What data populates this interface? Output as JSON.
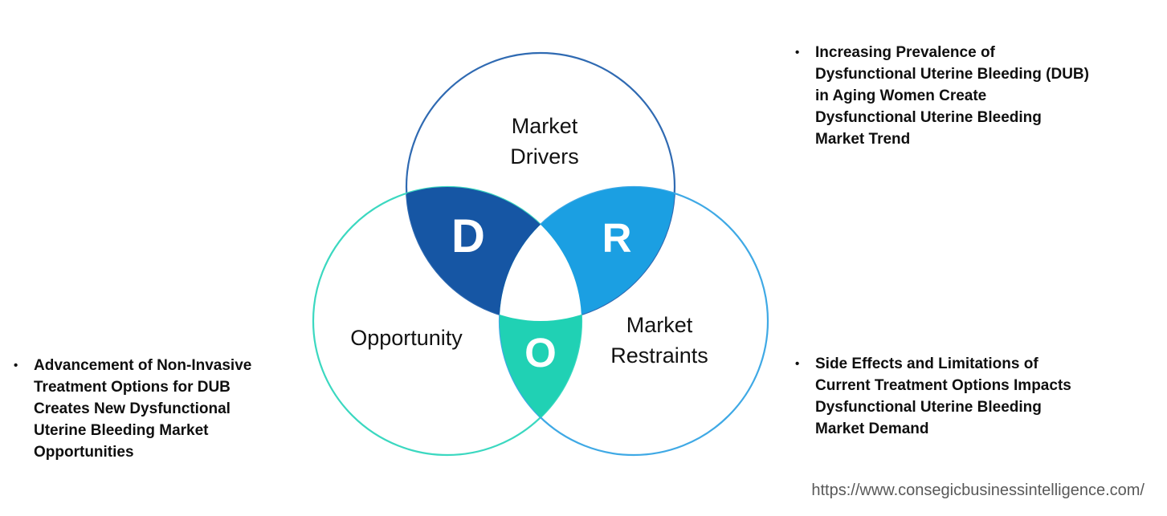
{
  "bullet_glyph": "•",
  "colors": {
    "background": "#ffffff",
    "drivers_fill": "#1656a4",
    "restraints_fill": "#1b9fe2",
    "opportunity_fill": "#20d1b4",
    "drivers_stroke": "#2f6ab2",
    "opportunity_stroke": "#3bd8c0",
    "restraints_stroke": "#3fa9e5",
    "letter_color": "#ffffff",
    "text_color": "#0f0f0f",
    "url_color": "#595959"
  },
  "venn": {
    "circles": [
      {
        "id": "market-drivers",
        "label": "Market\nDrivers"
      },
      {
        "id": "opportunity",
        "label": "Opportunity"
      },
      {
        "id": "market-restraints",
        "label": "Market\nRestraints"
      }
    ],
    "intersections": [
      {
        "id": "drivers-overlap",
        "letter": "D"
      },
      {
        "id": "restraints-overlap",
        "letter": "R"
      },
      {
        "id": "opportunity-overlap",
        "letter": "O"
      }
    ]
  },
  "bullets": [
    {
      "id": "market-trend",
      "text": "Increasing Prevalence of\nDysfunctional Uterine Bleeding (DUB)\nin Aging Women Create\nDysfunctional Uterine Bleeding\nMarket Trend"
    },
    {
      "id": "market-opportunity",
      "text": "Advancement of Non-Invasive\nTreatment Options for DUB\nCreates New Dysfunctional\nUterine Bleeding Market\nOpportunities"
    },
    {
      "id": "market-restraint",
      "text": "Side Effects and Limitations of\nCurrent Treatment Options Impacts\nDysfunctional Uterine Bleeding\nMarket Demand"
    }
  ],
  "footer": {
    "url": "https://www.consegicbusinessintelligence.com/"
  }
}
